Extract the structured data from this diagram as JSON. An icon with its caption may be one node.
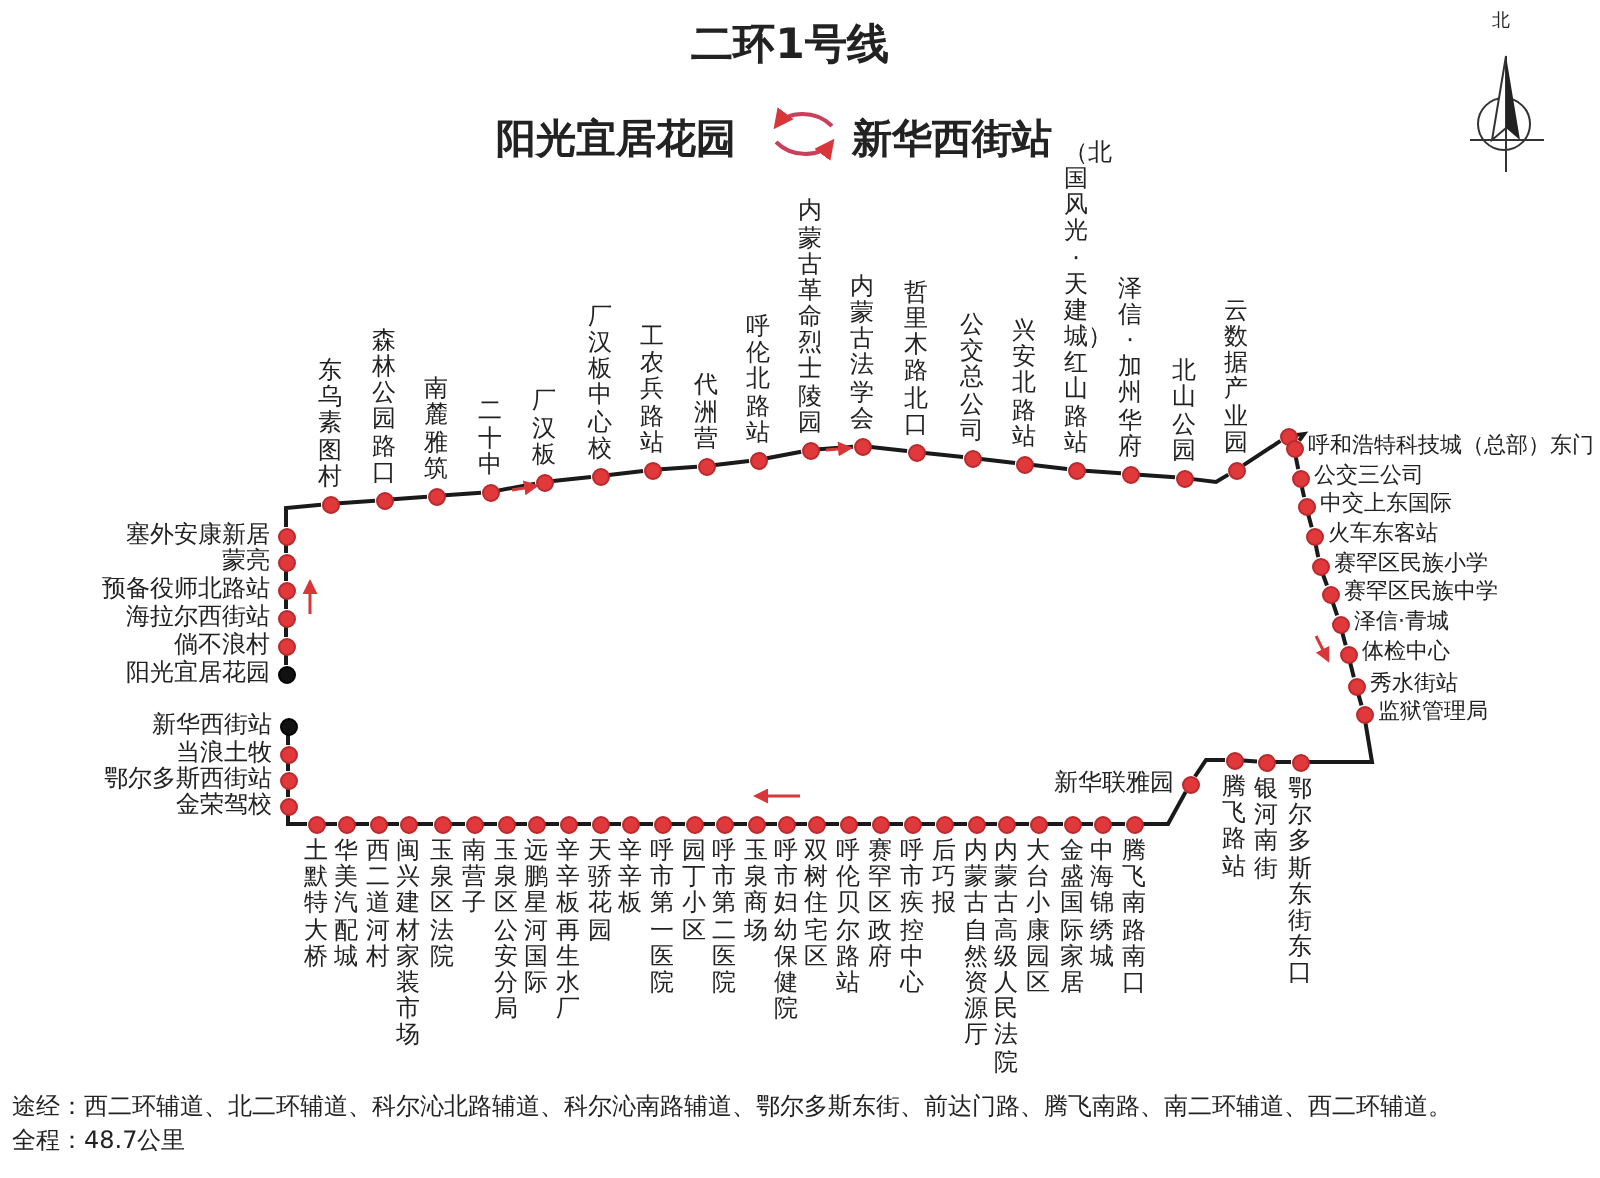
{
  "diagram": {
    "title": "二环1号线",
    "nodes": [
      {
        "text": [],
        "shape": "circle",
        "beside": [
          "阳光宜居花园"
        ]
      },
      {
        "text": [],
        "shape": "circle",
        "beside": [
          "倘不浪村"
        ]
      },
      {
        "text": [],
        "shape": "circle",
        "beside": [
          "海拉尔西街站"
        ]
      },
      {
        "text": [],
        "shape": "circle",
        "beside": [
          "预备役师北路站"
        ]
      },
      {
        "text": [],
        "shape": "circle",
        "beside": [
          "蒙亮"
        ]
      },
      {
        "text": [],
        "shape": "circle",
        "beside": [
          "塞外安康新居"
        ]
      },
      {
        "text": [],
        "shape": "circle",
        "beside": [
          "东乌素图村"
        ]
      },
      {
        "text": [],
        "shape": "circle",
        "beside": [
          "森林公园路口"
        ]
      },
      {
        "text": [],
        "shape": "circle",
        "beside": [
          "南麓雅筑"
        ]
      },
      {
        "text": [],
        "shape": "circle",
        "beside": [
          "二十中"
        ]
      },
      {
        "text": [],
        "shape": "circle",
        "beside": [
          "厂汉板"
        ]
      },
      {
        "text": [],
        "shape": "circle",
        "beside": [
          "厂汉板中心校"
        ]
      },
      {
        "text": [],
        "shape": "circle",
        "beside": [
          "工农兵路站"
        ]
      },
      {
        "text": [],
        "shape": "circle",
        "beside": [
          "代洲营"
        ]
      },
      {
        "text": [],
        "shape": "circle",
        "beside": [
          "呼伦北路站"
        ]
      },
      {
        "text": [],
        "shape": "circle",
        "beside": [
          "内蒙古革命烈士陵园"
        ]
      },
      {
        "text": [],
        "shape": "circle",
        "beside": [
          "内蒙古法学会"
        ]
      },
      {
        "text": [],
        "shape": "circle",
        "beside": [
          "哲里木路北口"
        ]
      },
      {
        "text": [],
        "shape": "circle",
        "beside": [
          "公交总公司"
        ]
      },
      {
        "text": [],
        "shape": "circle",
        "beside": [
          "兴安北路站"
        ]
      },
      {
        "text": [],
        "shape": "circle",
        "beside": [
          "（北国风光·天建城）红山路站"
        ]
      },
      {
        "text": [],
        "shape": "circle",
        "beside": [
          "泽信·加州华府"
        ]
      },
      {
        "text": [],
        "shape": "circle",
        "beside": [
          "北山公园"
        ]
      },
      {
        "text": [],
        "shape": "circle",
        "beside": [
          "云数据产业园"
        ]
      },
      {
        "text": [],
        "shape": "circle"
      },
      {
        "text": [],
        "shape": "circle",
        "beside": [
          "呼和浩特科技城（总部）东门"
        ]
      },
      {
        "text": [],
        "shape": "circle",
        "beside": [
          "公交三公司"
        ]
      },
      {
        "text": [],
        "shape": "circle",
        "beside": [
          "中交上东国际"
        ]
      },
      {
        "text": [],
        "shape": "circle",
        "beside": [
          "火车东客站"
        ]
      },
      {
        "text": [],
        "shape": "circle",
        "beside": [
          "赛罕区民族小学"
        ]
      },
      {
        "text": [],
        "shape": "circle",
        "beside": [
          "赛罕区民族中学"
        ]
      },
      {
        "text": [],
        "shape": "circle",
        "beside": [
          "泽信·青城"
        ]
      },
      {
        "text": [],
        "shape": "circle",
        "beside": [
          "体检中心"
        ]
      },
      {
        "text": [],
        "shape": "circle",
        "beside": [
          "秀水街站"
        ]
      },
      {
        "text": [],
        "shape": "circle",
        "beside": [
          "监狱管理局"
        ]
      },
      {
        "text": [],
        "shape": "circle",
        "beside": [
          "鄂尔多斯东街东口"
        ]
      },
      {
        "text": [],
        "shape": "circle",
        "beside": [
          "银河南街"
        ]
      },
      {
        "text": [],
        "shape": "circle",
        "beside": [
          "腾飞路站"
        ]
      },
      {
        "text": [],
        "shape": "circle",
        "beside": [
          "新华联雅园"
        ]
      },
      {
        "text": [],
        "shape": "circle",
        "beside": [
          "腾飞南路南口"
        ]
      },
      {
        "text": [],
        "shape": "circle",
        "beside": [
          "中海锦绣城"
        ]
      },
      {
        "text": [],
        "shape": "circle",
        "beside": [
          "金盛国际家居"
        ]
      },
      {
        "text": [],
        "shape": "circle",
        "beside": [
          "大台小康园区"
        ]
      },
      {
        "text": [],
        "shape": "circle",
        "beside": [
          "内蒙古高级人民法院"
        ]
      },
      {
        "text": [],
        "shape": "circle",
        "beside": [
          "内蒙古自然资源厅"
        ]
      },
      {
        "text": [],
        "shape": "circle",
        "beside": [
          "后巧报"
        ]
      },
      {
        "text": [],
        "shape": "circle",
        "beside": [
          "呼市疾控中心"
        ]
      },
      {
        "text": [],
        "shape": "circle",
        "beside": [
          "赛罕区政府"
        ]
      },
      {
        "text": [],
        "shape": "circle",
        "beside": [
          "呼伦贝尔路站"
        ]
      },
      {
        "text": [],
        "shape": "circle",
        "beside": [
          "双树住宅区"
        ]
      },
      {
        "text": [],
        "shape": "circle",
        "beside": [
          "呼市妇幼保健院"
        ]
      },
      {
        "text": [],
        "shape": "circle",
        "beside": [
          "玉泉商场"
        ]
      },
      {
        "text": [],
        "shape": "circle",
        "beside": [
          "呼市第二医院"
        ]
      },
      {
        "text": [],
        "shape": "circle",
        "beside": [
          "园丁小区"
        ]
      },
      {
        "text": [],
        "shape": "circle",
        "beside": [
          "呼市第一医院"
        ]
      },
      {
        "text": [],
        "shape": "circle",
        "beside": [
          "辛辛板"
        ]
      },
      {
        "text": [],
        "shape": "circle",
        "beside": [
          "天骄花园"
        ]
      },
      {
        "text": [],
        "shape": "circle",
        "beside": [
          "辛辛板再生水厂"
        ]
      },
      {
        "text": [],
        "shape": "circle",
        "beside": [
          "远鹏星河国际"
        ]
      },
      {
        "text": [],
        "shape": "circle",
        "beside": [
          "玉泉区公安分局"
        ]
      },
      {
        "text": [],
        "shape": "circle",
        "beside": [
          "南营子"
        ]
      },
      {
        "text": [],
        "shape": "circle",
        "beside": [
          "玉泉区法院"
        ]
      },
      {
        "text": [],
        "shape": "circle",
        "beside": [
          "闽兴建材家装市场"
        ]
      },
      {
        "text": [],
        "shape": "circle",
        "beside": [
          "西二道河村"
        ]
      },
      {
        "text": [],
        "shape": "circle",
        "beside": [
          "华美汽配城"
        ]
      },
      {
        "text": [],
        "shape": "circle",
        "beside": [
          "土默特大桥"
        ]
      },
      {
        "text": [],
        "shape": "circle",
        "beside": [
          "金荣驾校"
        ]
      },
      {
        "text": [],
        "shape": "circle",
        "beside": [
          "鄂尔多斯西街站"
        ]
      },
      {
        "text": [],
        "shape": "circle",
        "beside": [
          "当浪土牧"
        ]
      },
      {
        "text": [],
        "shape": "circle",
        "beside": [
          "新华西街站"
        ]
      }
    ],
    "edges": [
      {
        "from": 0,
        "to": 1,
        "arrow": "none"
      },
      {
        "from": 1,
        "to": 2,
        "arrow": "none"
      },
      {
        "from": 2,
        "to": 3,
        "arrow": "none"
      },
      {
        "from": 3,
        "to": 4,
        "arrow": "none"
      },
      {
        "from": 4,
        "to": 5,
        "arrow": "none"
      },
      {
        "from": 5,
        "to": 6,
        "arrow": "none"
      },
      {
        "from": 6,
        "to": 7,
        "arrow": "none"
      },
      {
        "from": 7,
        "to": 8,
        "arrow": "none"
      },
      {
        "from": 8,
        "to": 9,
        "arrow": "none"
      },
      {
        "from": 9,
        "to": 10,
        "arrow": "none"
      },
      {
        "from": 10,
        "to": 11,
        "arrow": "none"
      },
      {
        "from": 11,
        "to": 12,
        "arrow": "none"
      },
      {
        "from": 12,
        "to": 13,
        "arrow": "none"
      },
      {
        "from": 13,
        "to": 14,
        "arrow": "none"
      },
      {
        "from": 14,
        "to": 15,
        "arrow": "none"
      },
      {
        "from": 15,
        "to": 16,
        "arrow": "none"
      },
      {
        "from": 16,
        "to": 17,
        "arrow": "none"
      },
      {
        "from": 17,
        "to": 18,
        "arrow": "none"
      },
      {
        "from": 18,
        "to": 19,
        "arrow": "none"
      },
      {
        "from": 19,
        "to": 20,
        "arrow": "none"
      },
      {
        "from": 20,
        "to": 21,
        "arrow": "none"
      },
      {
        "from": 21,
        "to": 22,
        "arrow": "none"
      },
      {
        "from": 22,
        "to": 23,
        "arrow": "none"
      },
      {
        "from": 23,
        "to": 24,
        "arrow": "none"
      },
      {
        "from": 24,
        "to": 25,
        "arrow": "none"
      },
      {
        "from": 25,
        "to": 26,
        "arrow": "none"
      },
      {
        "from": 26,
        "to": 27,
        "arrow": "none"
      },
      {
        "from": 27,
        "to": 28,
        "arrow": "none"
      },
      {
        "from": 28,
        "to": 29,
        "arrow": "none"
      },
      {
        "from": 29,
        "to": 30,
        "arrow": "none"
      },
      {
        "from": 30,
        "to": 31,
        "arrow": "none"
      },
      {
        "from": 31,
        "to": 32,
        "arrow": "none"
      },
      {
        "from": 32,
        "to": 33,
        "arrow": "none"
      },
      {
        "from": 33,
        "to": 34,
        "arrow": "none"
      },
      {
        "from": 34,
        "to": 35,
        "arrow": "none"
      },
      {
        "from": 35,
        "to": 36,
        "arrow": "none"
      },
      {
        "from": 36,
        "to": 37,
        "arrow": "none"
      },
      {
        "from": 37,
        "to": 38,
        "arrow": "none"
      },
      {
        "from": 38,
        "to": 39,
        "arrow": "none"
      },
      {
        "from": 39,
        "to": 40,
        "arrow": "none"
      },
      {
        "from": 40,
        "to": 41,
        "arrow": "none"
      },
      {
        "from": 41,
        "to": 42,
        "arrow": "none"
      },
      {
        "from": 42,
        "to": 43,
        "arrow": "none"
      },
      {
        "from": 43,
        "to": 44,
        "arrow": "none"
      },
      {
        "from": 44,
        "to": 45,
        "arrow": "none"
      },
      {
        "from": 45,
        "to": 46,
        "arrow": "none"
      },
      {
        "from": 46,
        "to": 47,
        "arrow": "none"
      },
      {
        "from": 47,
        "to": 48,
        "arrow": "none"
      },
      {
        "from": 48,
        "to": 49,
        "arrow": "none"
      },
      {
        "from": 49,
        "to": 50,
        "arrow": "none"
      },
      {
        "from": 50,
        "to": 51,
        "arrow": "none"
      },
      {
        "from": 51,
        "to": 52,
        "arrow": "none"
      },
      {
        "from": 52,
        "to": 53,
        "arrow": "none"
      },
      {
        "from": 53,
        "to": 54,
        "arrow": "none"
      },
      {
        "from": 54,
        "to": 55,
        "arrow": "none"
      },
      {
        "from": 55,
        "to": 56,
        "arrow": "none"
      },
      {
        "from": 56,
        "to": 57,
        "arrow": "none"
      },
      {
        "from": 57,
        "to": 58,
        "arrow": "none"
      },
      {
        "from": 58,
        "to": 59,
        "arrow": "none"
      },
      {
        "from": 59,
        "to": 60,
        "arrow": "none"
      },
      {
        "from": 60,
        "to": 61,
        "arrow": "none"
      },
      {
        "from": 61,
        "to": 62,
        "arrow": "none"
      },
      {
        "from": 62,
        "to": 63,
        "arrow": "none"
      },
      {
        "from": 63,
        "to": 64,
        "arrow": "none"
      },
      {
        "from": 64,
        "to": 65,
        "arrow": "none"
      },
      {
        "from": 65,
        "to": 66,
        "arrow": "none"
      },
      {
        "from": 66,
        "to": 67,
        "arrow": "none"
      },
      {
        "from": 67,
        "to": 68,
        "arrow": "none"
      },
      {
        "from": 68,
        "to": 69,
        "arrow": "none"
      }
    ],
    "labels": [
      "北",
      "阳光宜居花园",
      "新华西街站",
      "途经：西二环辅道、北二环辅道、科尔沁北路辅道、科尔沁南路辅道、鄂尔多斯东街、前达门路、腾飞南路、南二环辅道、西二环辅道。",
      "全程：48.7公里"
    ]
  }
}
